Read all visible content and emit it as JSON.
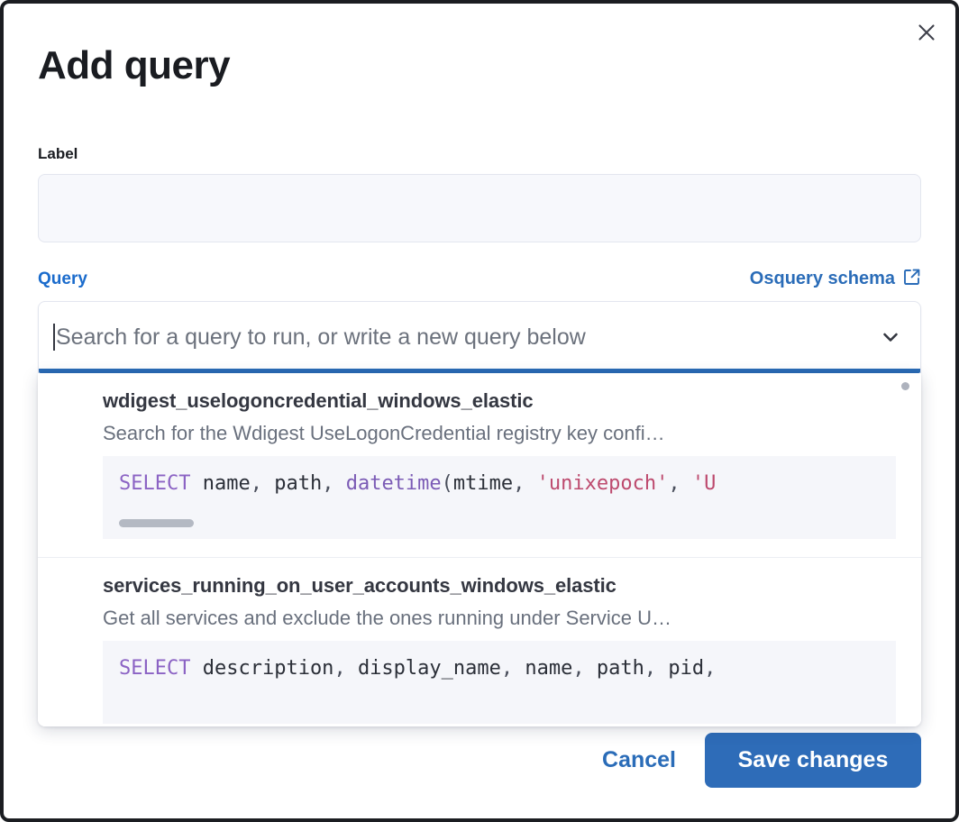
{
  "modal": {
    "title": "Add query",
    "close_icon": "close-icon"
  },
  "label_field": {
    "label": "Label",
    "value": "",
    "placeholder": ""
  },
  "query_field": {
    "legend": "Query",
    "schema_link_text": "Osquery schema",
    "schema_link_icon": "external-link-icon",
    "search_placeholder": "Search for a query to run, or write a new query below",
    "search_value": "",
    "chevron_icon": "chevron-down-icon"
  },
  "dropdown": {
    "options": [
      {
        "title": "wdigest_uselogoncredential_windows_elastic",
        "description": "Search for the Wdigest UseLogonCredential registry key confi…",
        "code_tokens": [
          {
            "t": "SELECT",
            "c": "kw"
          },
          {
            "t": " ",
            "c": "id"
          },
          {
            "t": "name",
            "c": "id"
          },
          {
            "t": ",",
            "c": "punc"
          },
          {
            "t": " ",
            "c": "id"
          },
          {
            "t": "path",
            "c": "id"
          },
          {
            "t": ",",
            "c": "punc"
          },
          {
            "t": " ",
            "c": "id"
          },
          {
            "t": "datetime",
            "c": "fn"
          },
          {
            "t": "(",
            "c": "punc"
          },
          {
            "t": "mtime",
            "c": "id"
          },
          {
            "t": ",",
            "c": "punc"
          },
          {
            "t": " ",
            "c": "id"
          },
          {
            "t": "'unixepoch'",
            "c": "str"
          },
          {
            "t": ",",
            "c": "punc"
          },
          {
            "t": " ",
            "c": "id"
          },
          {
            "t": "'U",
            "c": "str"
          }
        ],
        "has_scrollbar": true
      },
      {
        "title": "services_running_on_user_accounts_windows_elastic",
        "description": "Get all services and exclude the ones running under Service U…",
        "code_tokens": [
          {
            "t": "SELECT",
            "c": "kw"
          },
          {
            "t": " ",
            "c": "id"
          },
          {
            "t": "description",
            "c": "id"
          },
          {
            "t": ",",
            "c": "punc"
          },
          {
            "t": " ",
            "c": "id"
          },
          {
            "t": "display_name",
            "c": "id"
          },
          {
            "t": ",",
            "c": "punc"
          },
          {
            "t": " ",
            "c": "id"
          },
          {
            "t": "name",
            "c": "id"
          },
          {
            "t": ",",
            "c": "punc"
          },
          {
            "t": " ",
            "c": "id"
          },
          {
            "t": "path",
            "c": "id"
          },
          {
            "t": ",",
            "c": "punc"
          },
          {
            "t": " ",
            "c": "id"
          },
          {
            "t": "pid",
            "c": "id"
          },
          {
            "t": ",",
            "c": "punc"
          }
        ],
        "has_scrollbar": false
      }
    ]
  },
  "footer": {
    "cancel_label": "Cancel",
    "save_label": "Save changes"
  },
  "colors": {
    "accent": "#2e6cb8",
    "link": "#2a6cb8",
    "focus_bar": "#2a6bb5",
    "title": "#1a1c21",
    "muted_text": "#69707d",
    "code_bg": "#f5f6fa",
    "keyword": "#8b63c4",
    "string": "#bd4a6e"
  }
}
